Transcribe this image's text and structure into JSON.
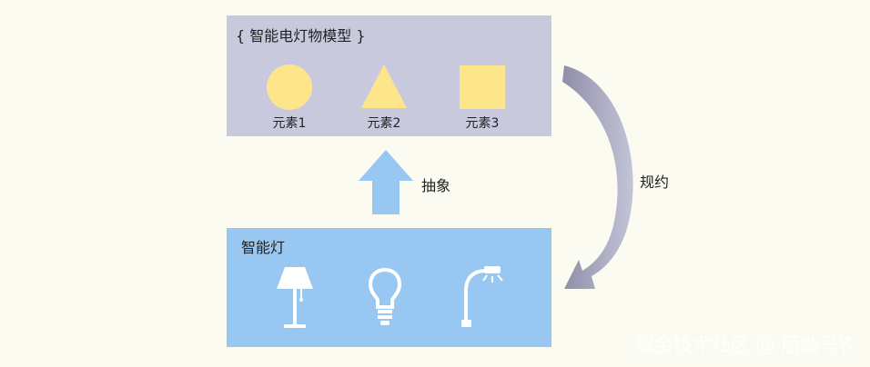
{
  "model": {
    "title": "{ 智能电灯物模型 }",
    "elements": [
      {
        "label": "元素1",
        "shape": "circle-icon"
      },
      {
        "label": "元素2",
        "shape": "triangle-icon"
      },
      {
        "label": "元素3",
        "shape": "square-icon"
      }
    ]
  },
  "arrows": {
    "abstract_label": "抽象",
    "reduce_label": "规约"
  },
  "lamps": {
    "title": "智能灯",
    "icons": [
      "floor-lamp-icon",
      "light-bulb-icon",
      "street-lamp-icon"
    ]
  },
  "watermark": "掘金技术社区 @ 后端马农",
  "colors": {
    "model_bg": "#c9c9de",
    "lamp_bg": "#98c8f2",
    "shape_fill": "#fde58b",
    "arrow_blue": "#98c8f2",
    "arrow_gray": "#a6a6c1"
  }
}
